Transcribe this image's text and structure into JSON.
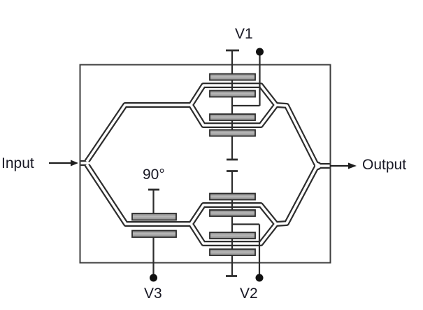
{
  "diagram": {
    "labels": {
      "input": "Input",
      "output": "Output",
      "v1": "V1",
      "v2": "V2",
      "v3": "V3",
      "phase_shift": "90°"
    },
    "colors": {
      "background": "#ffffff",
      "waveguide_line": "#2d2d2d",
      "chip_outline": "#3d3d3d",
      "electrode_fill": "#9c9c9c",
      "electrode_border": "#2b2b2b",
      "terminal": "#111111",
      "text": "#181824"
    }
  }
}
